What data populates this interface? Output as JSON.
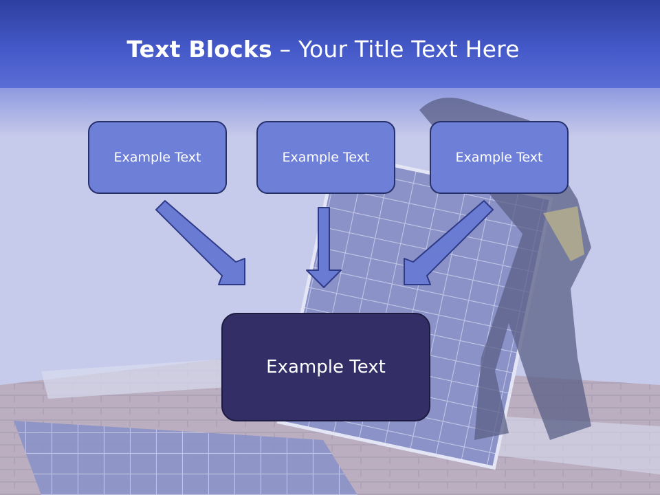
{
  "slide": {
    "title_bold": "Text Blocks",
    "title_separator": " – ",
    "title_rest": "Your Title Text Here"
  },
  "blocks": [
    {
      "text": "Example Text"
    },
    {
      "text": "Example Text"
    },
    {
      "text": "Example Text"
    }
  ],
  "main_block": {
    "text": "Example Text"
  },
  "colors": {
    "header_blue": "#3f53c4",
    "block_fill": "#6e7fd8",
    "block_border": "#26306b",
    "main_fill": "#332f66",
    "arrow_fill": "#6a7bd4"
  }
}
